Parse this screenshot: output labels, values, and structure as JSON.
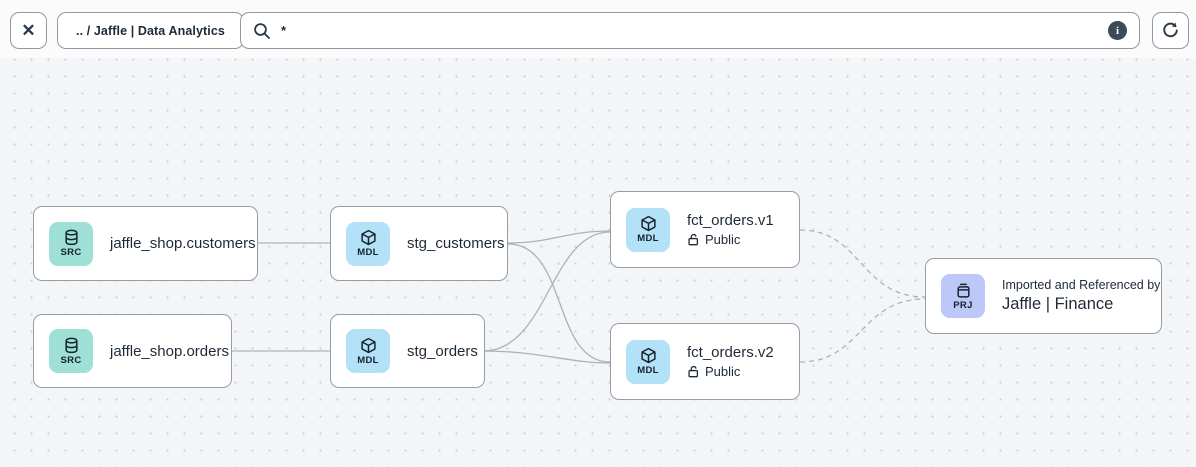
{
  "toolbar": {
    "close_label": "✕",
    "breadcrumb": ".. / Jaffle | Data Analytics",
    "search": {
      "value": "*",
      "icon": "search-magnifier",
      "info_icon": "info-circle"
    },
    "refresh_icon": "refresh-arrow"
  },
  "graph": {
    "badge_colors": {
      "source": "#9EE0D5",
      "model": "#B3E1F8",
      "project": "#BEC8F8"
    },
    "edge_color": "#AAB2BF",
    "nodes": [
      {
        "id": "src-customers",
        "type": "source",
        "badge": "SRC",
        "icon": "database-icon",
        "title": "jaffle_shop.customers"
      },
      {
        "id": "src-orders",
        "type": "source",
        "badge": "SRC",
        "icon": "database-icon",
        "title": "jaffle_shop.orders"
      },
      {
        "id": "stg-customers",
        "type": "model",
        "badge": "MDL",
        "icon": "cube-icon",
        "title": "stg_customers"
      },
      {
        "id": "stg-orders",
        "type": "model",
        "badge": "MDL",
        "icon": "cube-icon",
        "title": "stg_orders"
      },
      {
        "id": "fct-orders-v1",
        "type": "model",
        "badge": "MDL",
        "icon": "cube-icon",
        "title": "fct_orders.v1",
        "access": "Public"
      },
      {
        "id": "fct-orders-v2",
        "type": "model",
        "badge": "MDL",
        "icon": "cube-icon",
        "title": "fct_orders.v2",
        "access": "Public"
      },
      {
        "id": "prj-finance",
        "type": "project",
        "badge": "PRJ",
        "icon": "package-icon",
        "eyebrow": "Imported and Referenced by",
        "title": "Jaffle | Finance"
      }
    ]
  }
}
